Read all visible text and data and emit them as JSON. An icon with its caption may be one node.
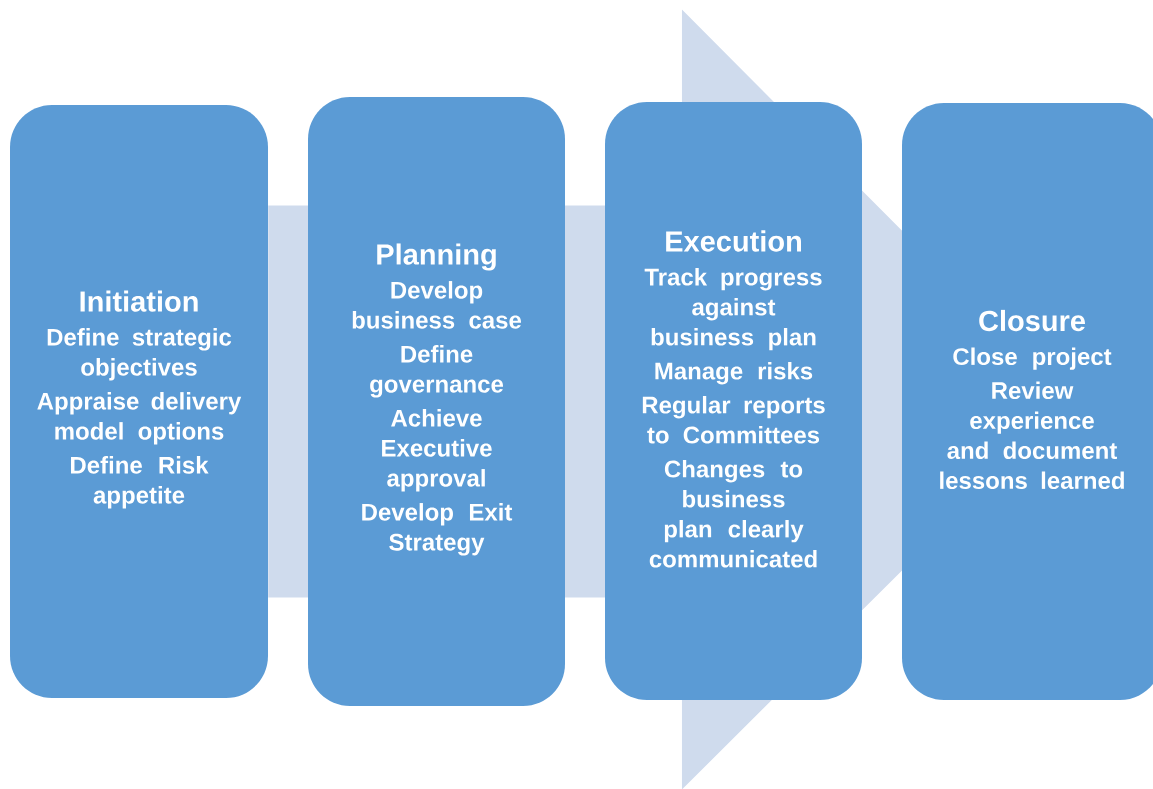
{
  "diagram": {
    "nodes": [
      {
        "text": [
          "Initiation",
          "Define strategic objectives",
          "Appraise delivery model options",
          "Define Risk appetite"
        ]
      },
      {
        "text": [
          "Planning",
          "Develop business case",
          "Define governance",
          "Achieve Executive approval",
          "Develop Exit Strategy"
        ]
      },
      {
        "text": [
          "Execution",
          "Track progress against business plan",
          "Manage risks",
          "Regular reports to Committees",
          "Changes to business plan clearly communicated"
        ]
      },
      {
        "text": [
          "Closure",
          "Close project",
          "Review experience and document lessons learned"
        ]
      }
    ],
    "edges": [
      {
        "from": 0,
        "to": 3,
        "arrow": "to"
      }
    ]
  }
}
